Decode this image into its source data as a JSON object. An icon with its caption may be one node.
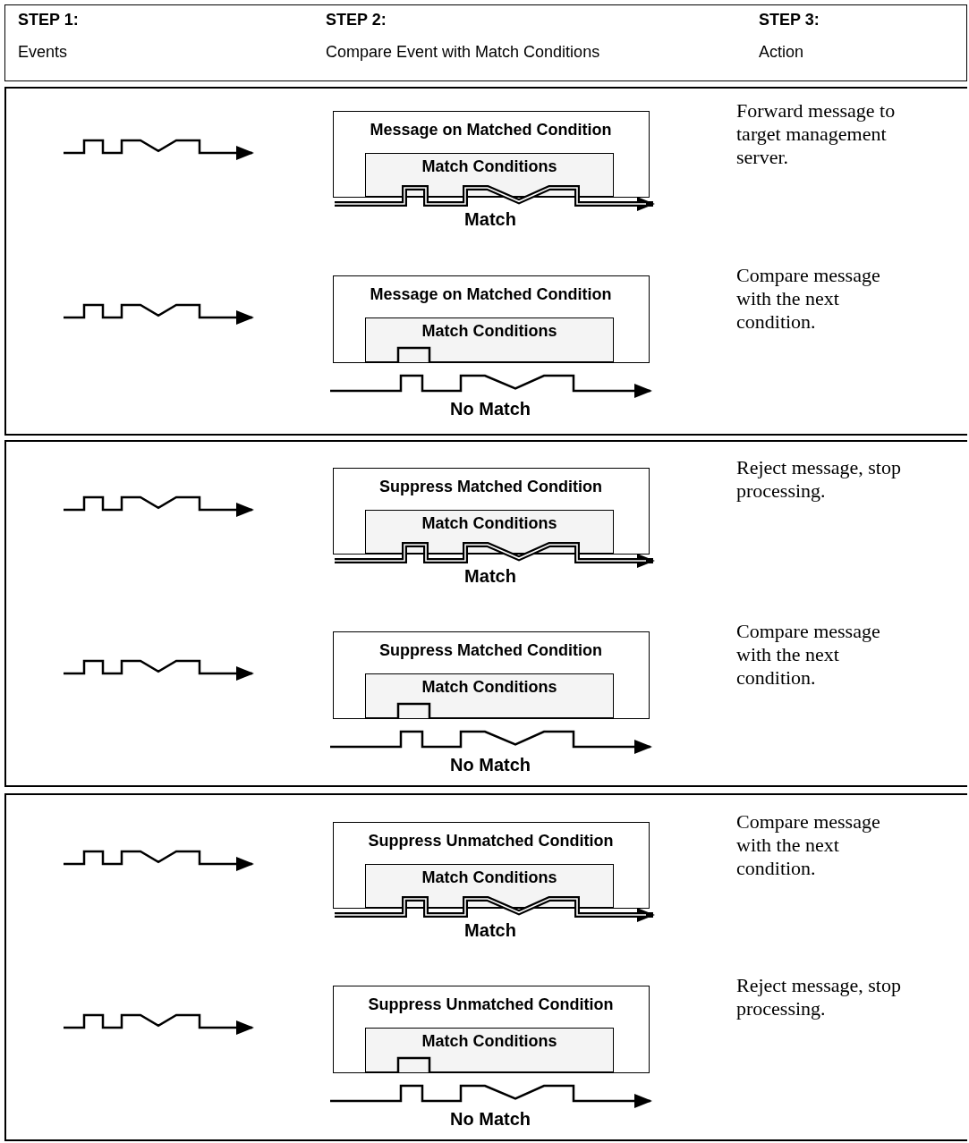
{
  "diagram": {
    "nodes": [
      {
        "text": [
          "STEP 1:",
          "Events",
          "STEP 2:",
          "Compare Event with Match Conditions",
          "STEP 3:",
          "Action"
        ]
      },
      {
        "text": [],
        "shape": "box"
      },
      {
        "text": [
          "Message on Matched Condition"
        ],
        "in": 1
      },
      {
        "text": [
          "Match Conditions"
        ],
        "in": 2
      },
      {
        "text": [
          "Message on Matched Condition"
        ],
        "in": 1
      },
      {
        "text": [
          "Match Conditions"
        ],
        "in": 4
      },
      {
        "text": [],
        "shape": "box"
      },
      {
        "text": [
          "Suppress Matched Condition"
        ],
        "in": 6
      },
      {
        "text": [
          "Match Conditions"
        ],
        "in": 7
      },
      {
        "text": [
          "Suppress Matched Condition"
        ],
        "in": 6
      },
      {
        "text": [
          "Match Conditions"
        ],
        "in": 9
      },
      {
        "text": [],
        "shape": "box"
      },
      {
        "text": [
          "Suppress Unmatched Condition"
        ],
        "in": 11
      },
      {
        "text": [
          "Match Conditions"
        ],
        "in": 12
      },
      {
        "text": [
          "Suppress Unmatched Condition"
        ],
        "in": 11
      },
      {
        "text": [
          "Match Conditions"
        ],
        "in": 14
      }
    ],
    "labels": [
      "Forward message to target management server.",
      "Match",
      "Compare message with the next condition.",
      "No Match",
      "Reject message, stop processing.",
      "Match",
      "Compare message with the next condition.",
      "No Match",
      "Compare message with the next condition.",
      "Match",
      "Reject message, stop processing.",
      "No Match"
    ]
  }
}
